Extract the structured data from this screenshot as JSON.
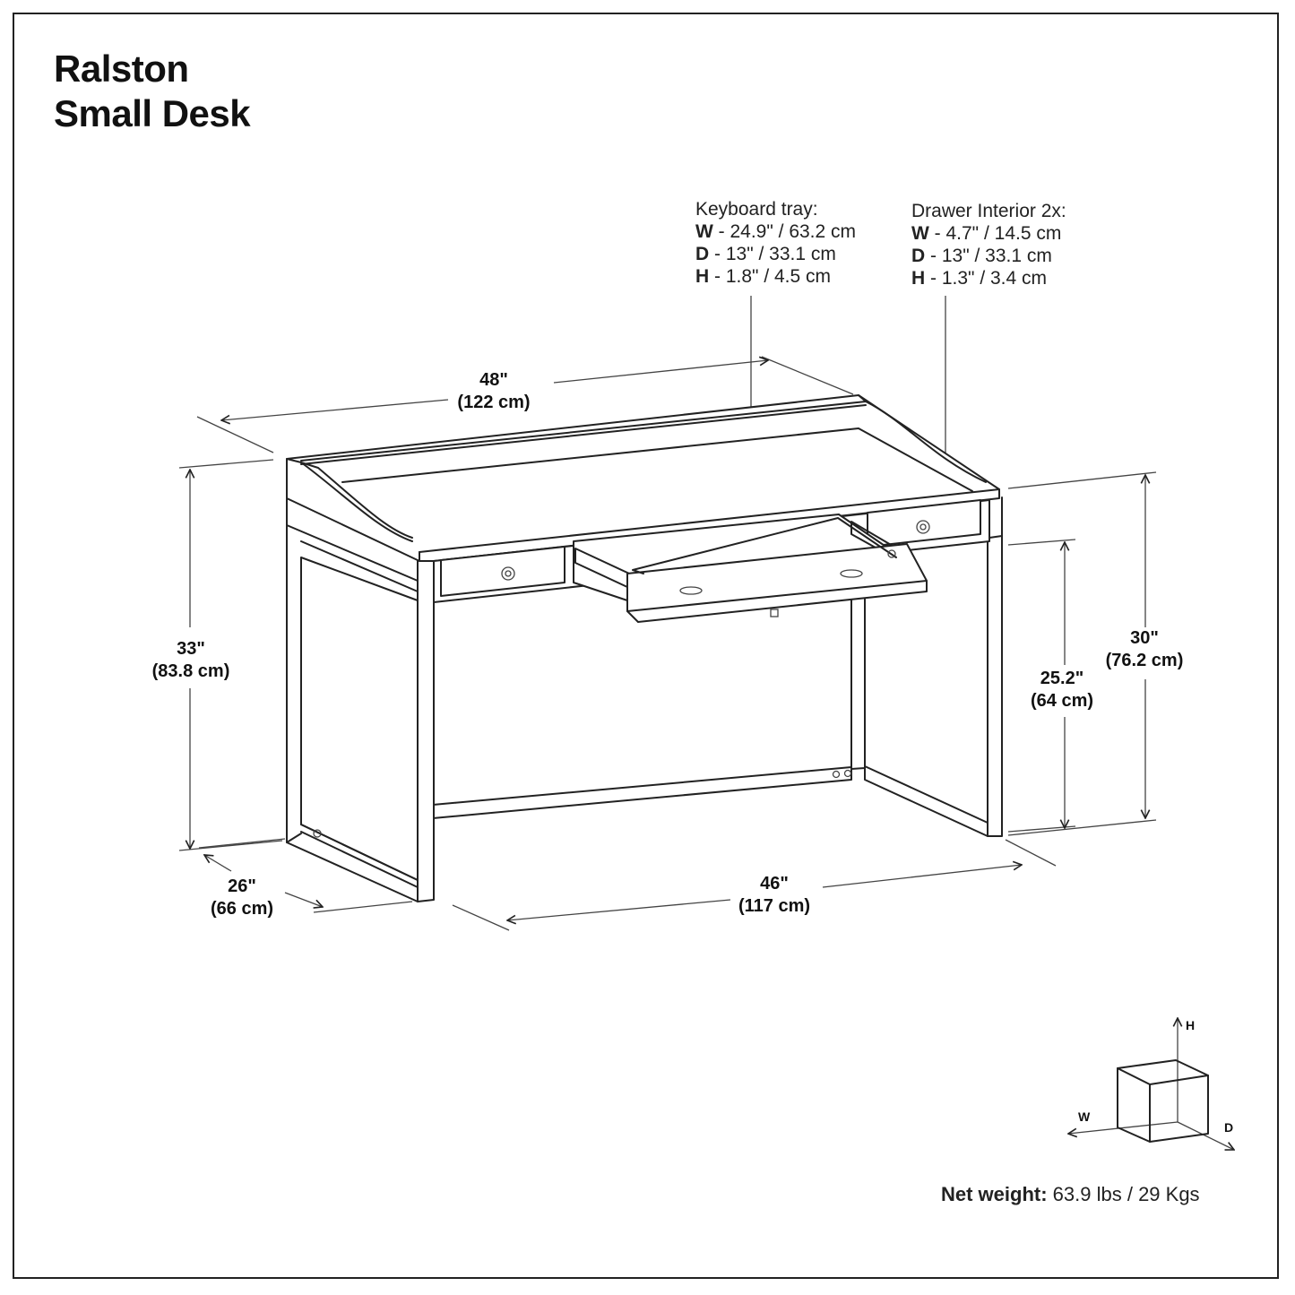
{
  "title": {
    "line1": "Ralston",
    "line2": "Small Desk"
  },
  "keyboard_tray": {
    "heading": "Keyboard tray:",
    "w_key": "W",
    "w_val": " - 24.9\" / 63.2 cm",
    "d_key": "D",
    "d_val": " - 13\" / 33.1 cm",
    "h_key": "H",
    "h_val": " - 1.8\" / 4.5 cm"
  },
  "drawer_interior": {
    "heading": "Drawer Interior 2x:",
    "w_key": "W",
    "w_val": " - 4.7\" / 14.5 cm",
    "d_key": "D",
    "d_val": " - 13\" / 33.1 cm",
    "h_key": "H",
    "h_val": " - 1.3\" / 3.4 cm"
  },
  "dimensions": {
    "top_width": {
      "imperial": "48\"",
      "metric": "(122 cm)"
    },
    "total_height": {
      "imperial": "33\"",
      "metric": "(83.8 cm)"
    },
    "desk_height": {
      "imperial": "30\"",
      "metric": "(76.2 cm)"
    },
    "clearance_height": {
      "imperial": "25.2\"",
      "metric": "(64 cm)"
    },
    "depth": {
      "imperial": "26\"",
      "metric": "(66 cm)"
    },
    "leg_width": {
      "imperial": "46\"",
      "metric": "(117 cm)"
    }
  },
  "axis_key": {
    "h": "H",
    "w": "W",
    "d": "D"
  },
  "weight": {
    "label": "Net weight:",
    "value": " 63.9 lbs / 29 Kgs"
  }
}
